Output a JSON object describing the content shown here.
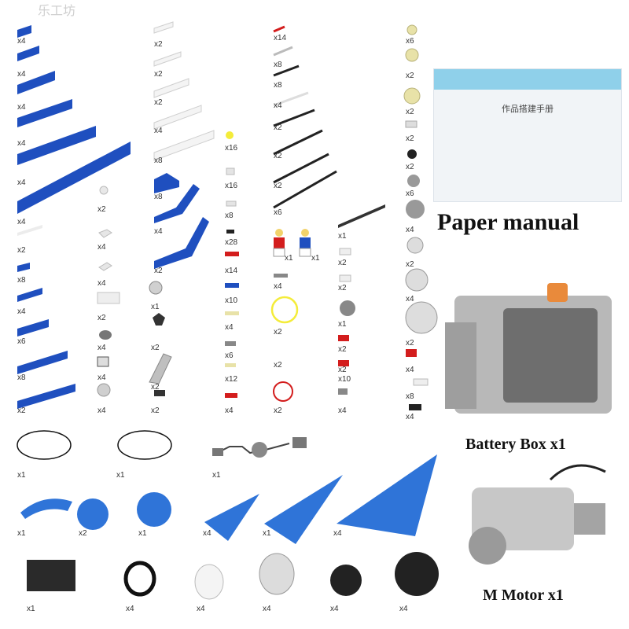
{
  "watermark": "乐工坊",
  "manual": {
    "title": "作品搭建手册",
    "label": "Paper manual"
  },
  "captions": {
    "battery_box": "Battery Box x1",
    "m_motor": "M Motor x1"
  },
  "quantities": {
    "col1": [
      "x4",
      "x4",
      "x4",
      "x4",
      "x4",
      "x4",
      "x2",
      "x8",
      "x4",
      "x6",
      "x8",
      "x2"
    ],
    "col2": [
      "x2",
      "x4",
      "x4",
      "x2",
      "x4",
      "x4",
      "x4"
    ],
    "col3": [
      "x2",
      "x2",
      "x2",
      "x4",
      "x8",
      "x8",
      "x4",
      "x2",
      "x1",
      "x2",
      "x2",
      "x2"
    ],
    "col4": [
      "x16",
      "x16",
      "x8",
      "x28",
      "x14",
      "x10",
      "x4",
      "x6",
      "x12",
      "x4"
    ],
    "col5": [
      "x14",
      "x8",
      "x8",
      "x4",
      "x2",
      "x2",
      "x2",
      "x6",
      "x1",
      "x1",
      "x4",
      "x2",
      "x2",
      "x2"
    ],
    "col6": [
      "x1",
      "x2",
      "x2",
      "x1",
      "x2",
      "x2",
      "x10",
      "x4"
    ],
    "col7": [
      "x6",
      "x2",
      "x2",
      "x2",
      "x2",
      "x6",
      "x4",
      "x2",
      "x4",
      "x2",
      "x4",
      "x8",
      "x4"
    ],
    "row_cables": [
      "x1",
      "x1",
      "x1"
    ],
    "row_plates": [
      "x1",
      "x2",
      "x1",
      "x4",
      "x1",
      "x4"
    ],
    "row_wheels": [
      "x1",
      "x4",
      "x4",
      "x4",
      "x4",
      "x4"
    ]
  },
  "colors": {
    "blue": "#1f4fbf",
    "gray": "#9a9a9a",
    "dark": "#222222",
    "red": "#d31d1d",
    "yellow": "#f4ec3a",
    "tan": "#e8e2a8",
    "light_blue": "#2f74d8",
    "motor_gray": "#b9b9b9",
    "box_gray": "#9e9e9e",
    "orange": "#e98a3b"
  }
}
